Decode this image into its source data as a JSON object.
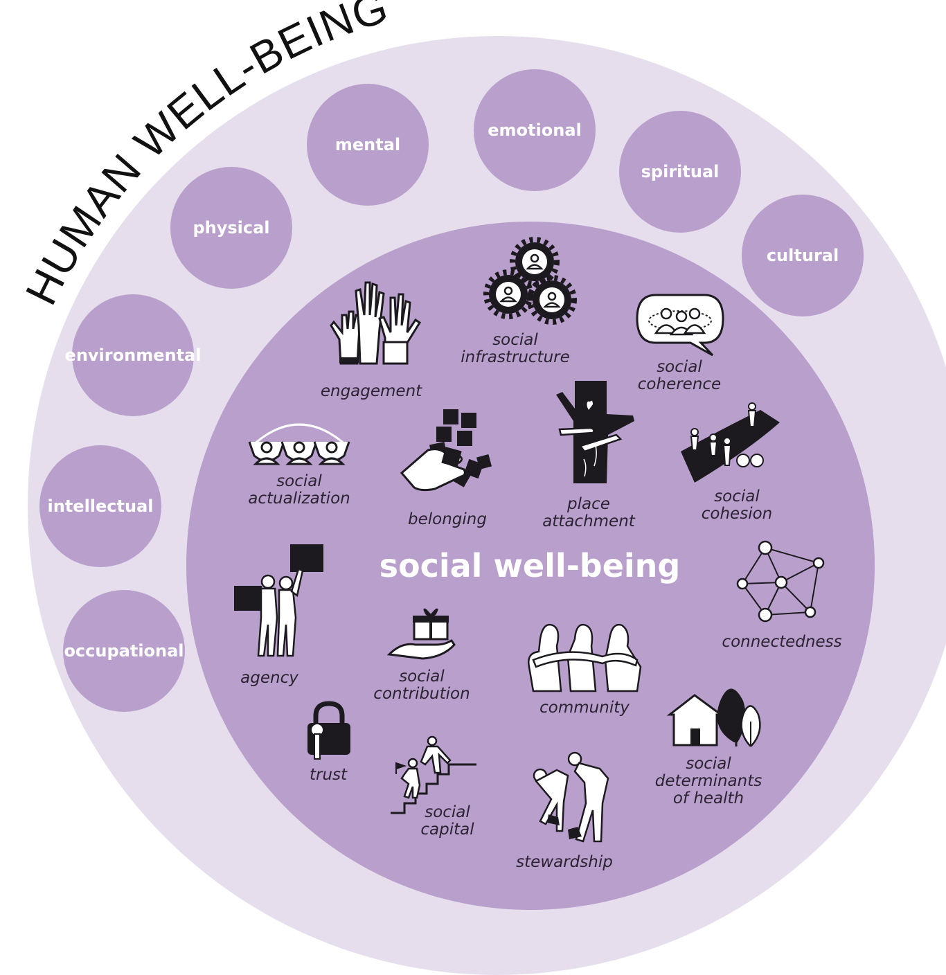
{
  "title": "HUMAN WELL-BEING",
  "center_label": "social well-being",
  "colors": {
    "outer_ring": "#e6deed",
    "inner_circle": "#b99fcb",
    "dimension_circle": "#b99fcb",
    "icon": "#1c1a1f"
  },
  "dimensions": [
    "mental",
    "emotional",
    "spiritual",
    "cultural",
    "physical",
    "environmental",
    "intellectual",
    "occupational"
  ],
  "components": [
    {
      "lines": [
        "engagement"
      ],
      "icon": "raised-hands-icon"
    },
    {
      "lines": [
        "social",
        "infrastructure"
      ],
      "icon": "gears-people-icon"
    },
    {
      "lines": [
        "social",
        "coherence"
      ],
      "icon": "speech-bubble-group-icon"
    },
    {
      "lines": [
        "social",
        "actualization"
      ],
      "icon": "people-under-arc-icon"
    },
    {
      "lines": [
        "belonging"
      ],
      "icon": "puzzle-hand-icon"
    },
    {
      "lines": [
        "place",
        "attachment"
      ],
      "icon": "tree-hug-icon"
    },
    {
      "lines": [
        "social",
        "cohesion"
      ],
      "icon": "people-on-bridge-icon"
    },
    {
      "lines": [
        "connectedness"
      ],
      "icon": "network-icon"
    },
    {
      "lines": [
        "agency"
      ],
      "icon": "protesters-signs-icon"
    },
    {
      "lines": [
        "social",
        "contribution"
      ],
      "icon": "gift-hand-icon"
    },
    {
      "lines": [
        "community"
      ],
      "icon": "embracing-people-icon"
    },
    {
      "lines": [
        "social",
        "determinants",
        "of health"
      ],
      "icon": "house-trees-icon"
    },
    {
      "lines": [
        "trust"
      ],
      "icon": "padlock-key-icon"
    },
    {
      "lines": [
        "social",
        "capital"
      ],
      "icon": "stairs-helping-icon"
    },
    {
      "lines": [
        "stewardship"
      ],
      "icon": "people-shoveling-icon"
    }
  ]
}
